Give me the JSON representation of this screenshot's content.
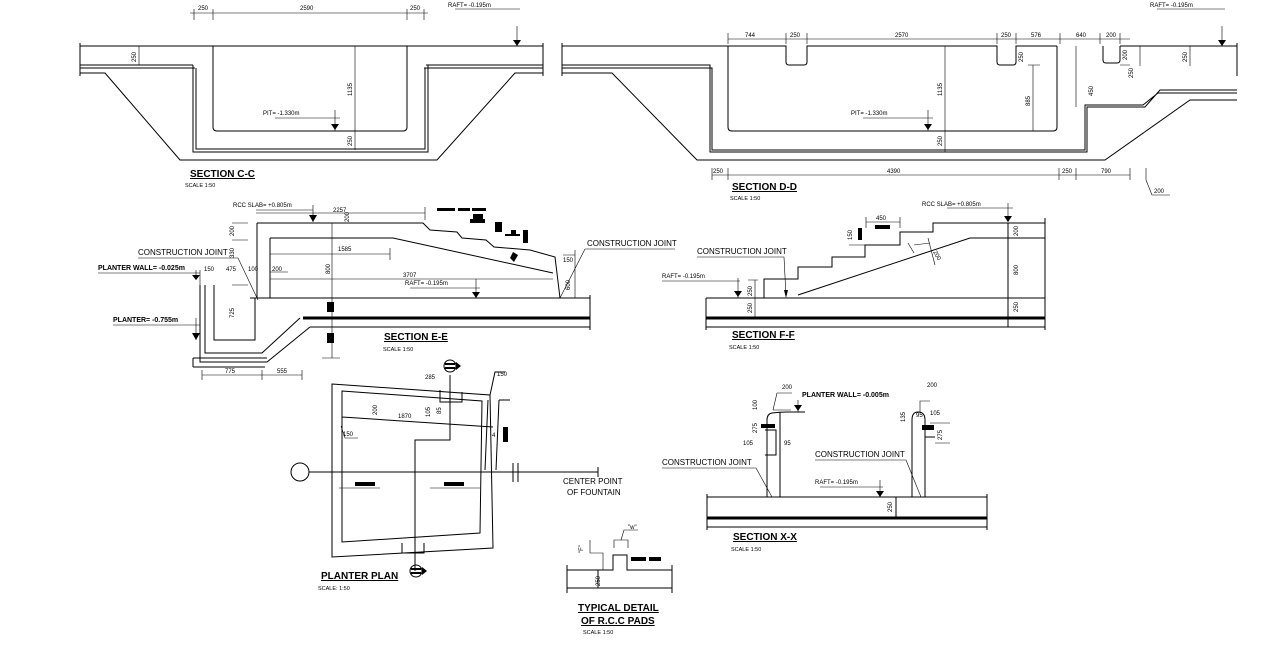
{
  "section_cc": {
    "title": "SECTION C-C",
    "scale": "SCALE   1:50",
    "dims_top": [
      "250",
      "2590",
      "250"
    ],
    "raft": "RAFT= -0.195m",
    "pit": "PIT= -1.330m",
    "dim_slab": "250",
    "dim_depth": "1135",
    "dim_base": "250"
  },
  "section_dd": {
    "title": "SECTION D-D",
    "scale": "SCALE   1:50",
    "dims_top": [
      "744",
      "250",
      "2570",
      "250",
      "576",
      "640",
      "200"
    ],
    "dims_bottom": [
      "250",
      "4390",
      "250",
      "790",
      "200"
    ],
    "raft": "RAFT= -0.195m",
    "pit": "PIT= -1.330m",
    "dim_depth": "1135",
    "dim_base": "250",
    "dim_inner": "885",
    "dim_right": [
      "250",
      "450",
      "200",
      "250",
      "250"
    ]
  },
  "section_ee": {
    "title": "SECTION E-E",
    "scale": "SCALE   1:50",
    "rcc_slab": "RCC SLAB= +0.805m",
    "construction_joint_left": "CONSTRUCTION JOINT",
    "construction_joint_right": "CONSTRUCTION JOINT",
    "planter_wall": "PLANTER WALL= -0.025m",
    "planter": "PLANTER= -0.755m",
    "raft": "RAFT= -0.195m",
    "dims": [
      "2257",
      "200",
      "200",
      "330",
      "1585",
      "800",
      "150",
      "475",
      "100",
      "200",
      "3707",
      "150",
      "600",
      "725",
      "775",
      "555"
    ]
  },
  "section_ff": {
    "title": "SECTION F-F",
    "scale": "SCALE   1:50",
    "rcc_slab": "RCC SLAB= +0.805m",
    "construction_joint": "CONSTRUCTION JOINT",
    "raft": "RAFT= -0.195m",
    "dims": [
      "450",
      "150",
      "200",
      "200",
      "800",
      "250",
      "250",
      "250"
    ]
  },
  "section_xx": {
    "title": "SECTION X-X",
    "scale": "SCALE   1:50",
    "planter_wall": "PLANTER WALL= -0.005m",
    "construction_joint_left": "CONSTRUCTION JOINT",
    "construction_joint_right": "CONSTRUCTION JOINT",
    "raft": "RAFT= -0.195m",
    "dims": [
      "200",
      "100",
      "275",
      "105",
      "95",
      "200",
      "135",
      "95",
      "105",
      "275",
      "250"
    ]
  },
  "planter_plan": {
    "title": "PLANTER PLAN",
    "scale": "SCALE:   1:50",
    "center_point": [
      "CENTER POINT",
      "OF FOUNTAIN"
    ],
    "dims": [
      "285",
      "150",
      "200",
      "1870",
      "105",
      "85",
      "150",
      "4"
    ]
  },
  "rcc_pads": {
    "title": [
      "TYPICAL DETAIL",
      "OF R.C.C PADS"
    ],
    "scale": "SCALE   1:50",
    "labels": [
      "\"w\"",
      "\"F\"",
      "250"
    ]
  }
}
